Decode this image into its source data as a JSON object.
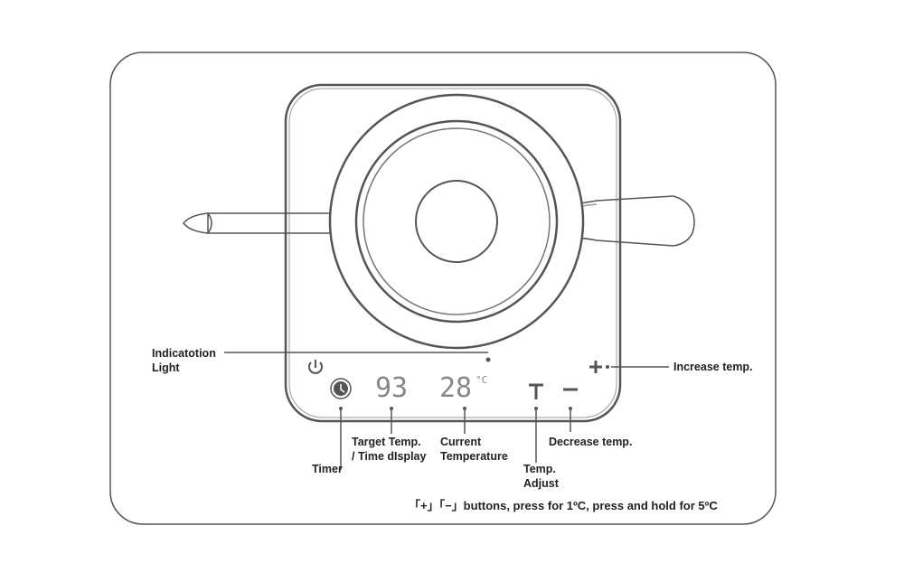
{
  "labels": {
    "indication_light": [
      "Indicatotion",
      "Light"
    ],
    "increase": "Increase temp.",
    "timer": "Timer",
    "target": [
      "Target Temp.",
      "/ Time dIsplay"
    ],
    "current": [
      "Current",
      "Temperature"
    ],
    "adjust": [
      "Temp.",
      "Adjust"
    ],
    "decrease": "Decrease temp.",
    "note": "「+」「−」buttons, press for 1ºC, press and hold for 5ºC"
  },
  "display": {
    "target_value": "93",
    "current_value": "28",
    "unit": "°C",
    "adjust_symbol": "T",
    "plus": "+",
    "minus": "−"
  },
  "colors": {
    "line": "#555555"
  }
}
